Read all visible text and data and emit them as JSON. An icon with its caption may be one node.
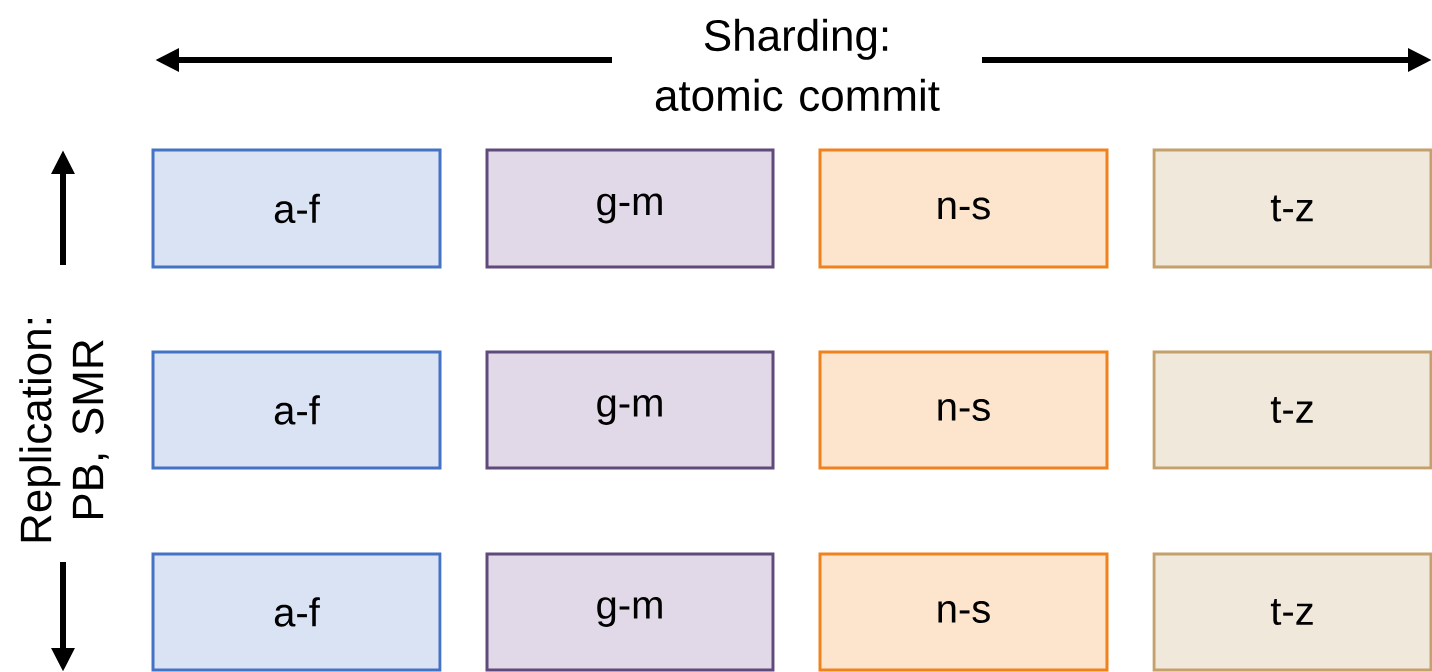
{
  "diagram": {
    "nodes": [
      {
        "text": [
          "a-f"
        ]
      },
      {
        "text": [
          "g-m"
        ]
      },
      {
        "text": [
          "n-s"
        ]
      },
      {
        "text": [
          "t-z"
        ]
      },
      {
        "text": [
          "a-f"
        ]
      },
      {
        "text": [
          "g-m"
        ]
      },
      {
        "text": [
          "n-s"
        ]
      },
      {
        "text": [
          "t-z"
        ]
      },
      {
        "text": [
          "a-f"
        ]
      },
      {
        "text": [
          "g-m"
        ]
      },
      {
        "text": [
          "n-s"
        ]
      },
      {
        "text": [
          "t-z"
        ]
      }
    ],
    "edges": [],
    "labels": [
      "Sharding: atomic commit",
      "Replication: PB, SMR"
    ]
  }
}
